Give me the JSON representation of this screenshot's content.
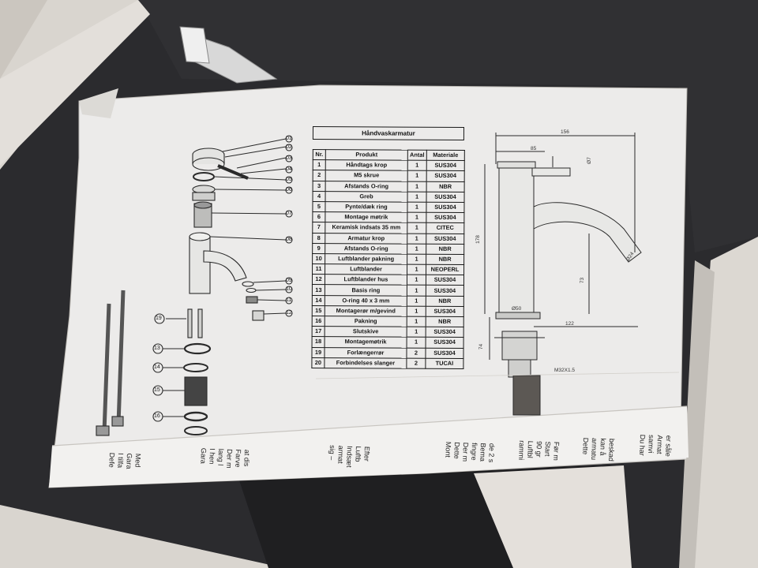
{
  "table": {
    "title": "Håndvaskarmatur",
    "headers": [
      "Nr.",
      "Produkt",
      "Antal",
      "Materiale"
    ],
    "rows": [
      [
        "1",
        "Håndtags krop",
        "1",
        "SUS304"
      ],
      [
        "2",
        "M5 skrue",
        "1",
        "SUS304"
      ],
      [
        "3",
        "Afstands O-ring",
        "1",
        "NBR"
      ],
      [
        "4",
        "Greb",
        "1",
        "SUS304"
      ],
      [
        "5",
        "Pynte/dæk ring",
        "1",
        "SUS304"
      ],
      [
        "6",
        "Montage møtrik",
        "1",
        "SUS304"
      ],
      [
        "7",
        "Keramisk indsats 35 mm",
        "1",
        "CITEC"
      ],
      [
        "8",
        "Armatur krop",
        "1",
        "SUS304"
      ],
      [
        "9",
        "Afstands O-ring",
        "1",
        "NBR"
      ],
      [
        "10",
        "Luftblander pakning",
        "1",
        "NBR"
      ],
      [
        "11",
        "Luftblander",
        "1",
        "NEOPERL"
      ],
      [
        "12",
        "Luftblander hus",
        "1",
        "SUS304"
      ],
      [
        "13",
        "Basis ring",
        "1",
        "SUS304"
      ],
      [
        "14",
        "O-ring 40 x 3 mm",
        "1",
        "NBR"
      ],
      [
        "15",
        "Montagerør m/gevind",
        "1",
        "SUS304"
      ],
      [
        "16",
        "Pakning",
        "1",
        "NBR"
      ],
      [
        "17",
        "Slutskive",
        "1",
        "SUS304"
      ],
      [
        "18",
        "Montagemøtrik",
        "1",
        "SUS304"
      ],
      [
        "19",
        "Forlængerrør",
        "2",
        "SUS304"
      ],
      [
        "20",
        "Forbindelses slanger",
        "2",
        "TUCAI"
      ]
    ]
  },
  "callouts": {
    "right": [
      "01",
      "02",
      "03",
      "04",
      "05",
      "06",
      "07",
      "08",
      "09",
      "10",
      "11",
      "12"
    ],
    "left": [
      "19",
      "13",
      "14",
      "15",
      "16"
    ]
  },
  "dimensions": {
    "width_total": "156",
    "spout_offset": "85",
    "handle_dia": "Ø7",
    "height": "178",
    "outlet_height": "73",
    "outlet_dia": "Ø24",
    "base_dia": "Ø50",
    "reach": "122",
    "shank_len": "74",
    "thread": "M32X1.5"
  },
  "footer_text": {
    "col_a": [
      "Med",
      "Gara",
      "I tilfa",
      "Defe"
    ],
    "col_b": [
      "at dis",
      "Farve",
      "Der m",
      "lang l",
      "I hen",
      "Gara"
    ],
    "col_c": [
      "Efter",
      "Luftb",
      "Indsæt",
      "armat",
      "sig –"
    ],
    "col_d": [
      "de 2 s",
      "Bema",
      "fingre",
      "Der m",
      "Dette",
      "Mont"
    ],
    "col_e": [
      "Før m",
      "Start",
      "90 gr",
      "Luftbl",
      "rammi"
    ],
    "col_f": [
      "beskad",
      "kan å",
      "armatu",
      "Dette"
    ],
    "col_g": [
      "er såle",
      "Armat",
      "samvi",
      "Du har"
    ]
  },
  "colors": {
    "paper": "#ecebea",
    "ink": "#1a1a1a",
    "foam": "#2a2a2c",
    "box": "#d8d4ce"
  }
}
